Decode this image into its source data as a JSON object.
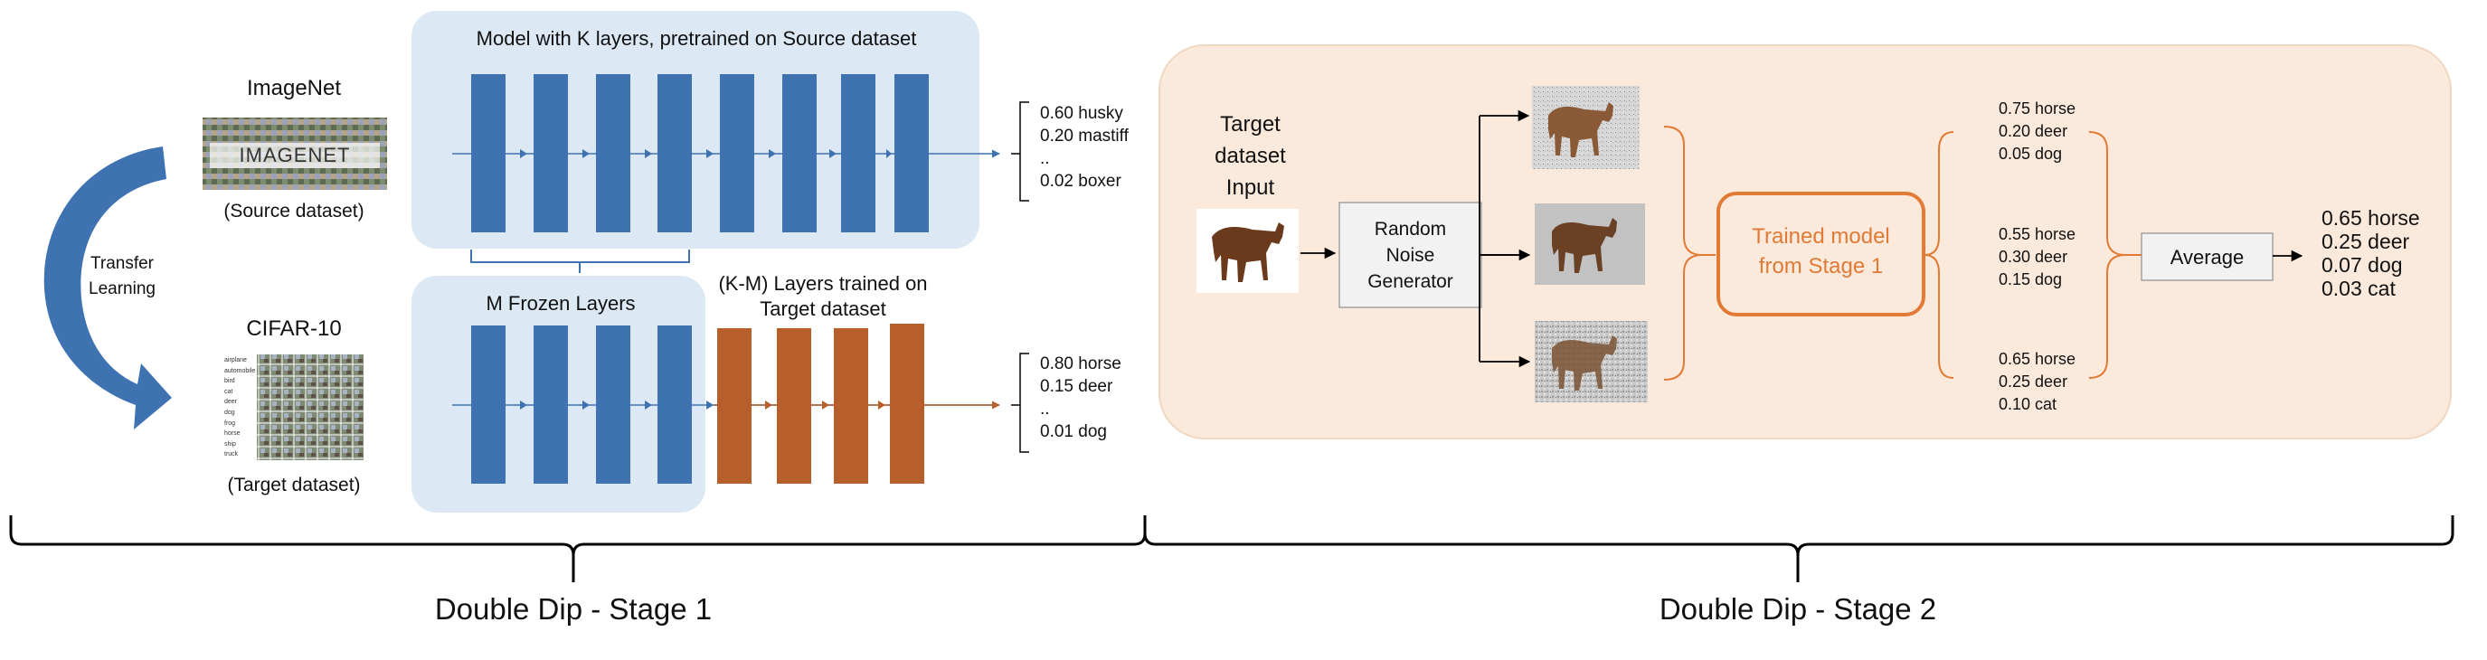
{
  "colors": {
    "panel_blue": "#dce8f4",
    "layer_blue": "#3f72b0",
    "layer_orange": "#b75f2a",
    "stage2_bg": "#fbeadc",
    "stage2_border": "#f0d7c2",
    "trained_border": "#e07a35",
    "arrow_blue": "#3f72b0",
    "box_grey": "#f2f2f2"
  },
  "stage1": {
    "source": {
      "title": "ImageNet",
      "logo_text": "IMAGENET",
      "caption": "(Source dataset)"
    },
    "transfer_label": [
      "Transfer",
      "Learning"
    ],
    "target": {
      "title": "CIFAR-10",
      "caption": "(Target dataset)",
      "class_names": [
        "airplane",
        "automobile",
        "bird",
        "cat",
        "deer",
        "dog",
        "frog",
        "horse",
        "ship",
        "truck"
      ]
    },
    "source_model": {
      "title": "Model with K layers, pretrained on Source dataset",
      "outputs": [
        "0.60 husky",
        "0.20 mastiff",
        "..",
        "0.02 boxer"
      ]
    },
    "target_model": {
      "frozen_title": "M Frozen Layers",
      "trained_title": [
        "(K-M) Layers trained on",
        "Target dataset"
      ],
      "outputs": [
        "0.80 horse",
        "0.15 deer",
        "..",
        "0.01 dog"
      ]
    },
    "stage_label": "Double Dip - Stage 1"
  },
  "stage2": {
    "input_label": [
      "Target",
      "dataset",
      "Input"
    ],
    "noise_label": [
      "Random",
      "Noise",
      "Generator"
    ],
    "trained_model_label": [
      "Trained model",
      "from Stage 1"
    ],
    "predictions": [
      [
        "0.75 horse",
        "0.20 deer",
        "0.05 dog"
      ],
      [
        "0.55 horse",
        "0.30 deer",
        "0.15 dog"
      ],
      [
        "0.65 horse",
        "0.25 deer",
        "0.10 cat"
      ]
    ],
    "average_label": "Average",
    "final_output": [
      "0.65 horse",
      "0.25 deer",
      "0.07 dog",
      "0.03 cat"
    ],
    "stage_label": "Double Dip - Stage 2"
  }
}
